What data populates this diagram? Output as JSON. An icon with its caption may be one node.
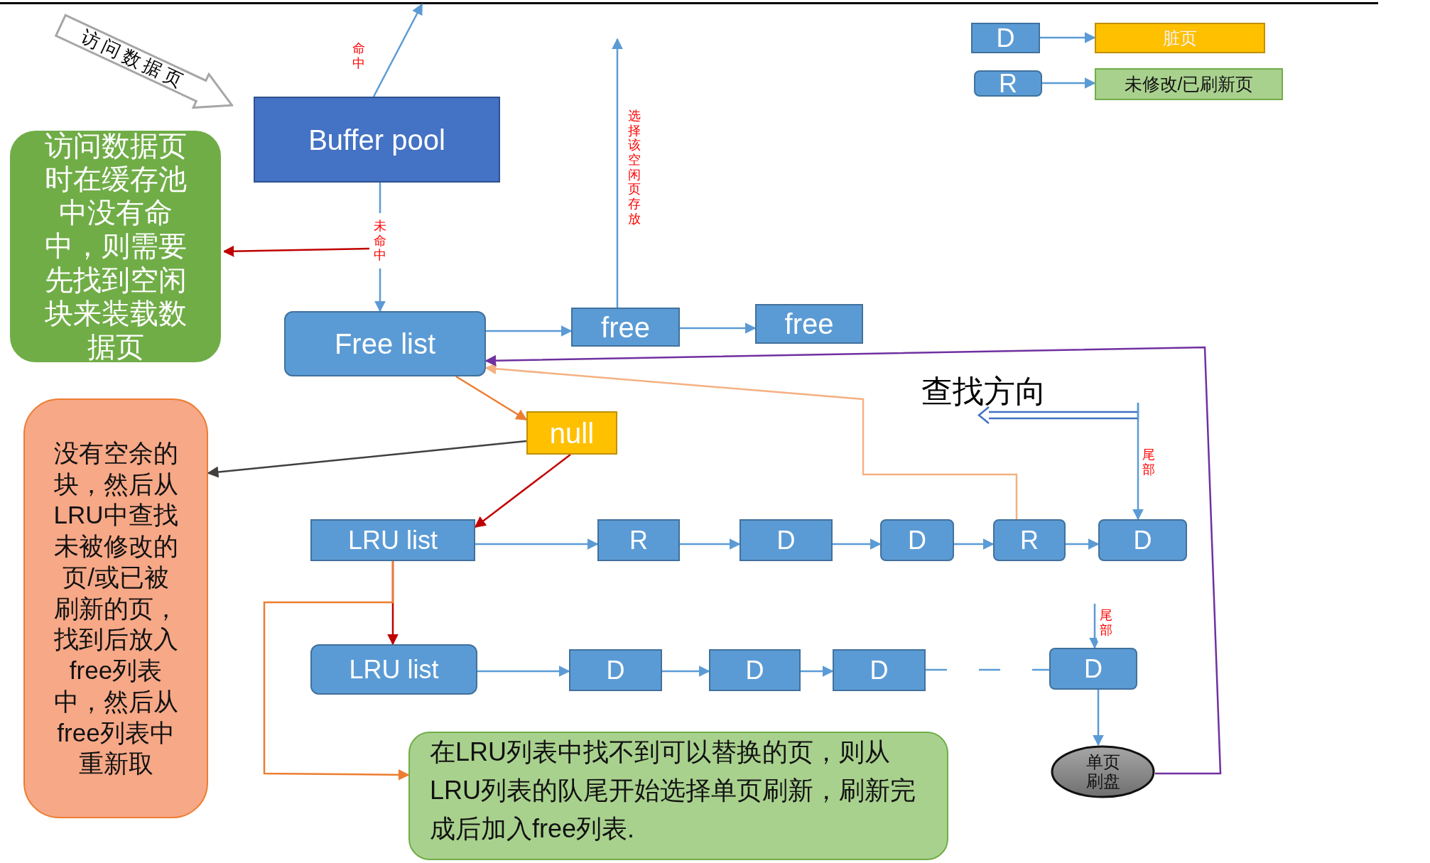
{
  "diagram": {
    "nodes": [
      {
        "text": [
          "访问数据页"
        ]
      },
      {
        "text": [
          "Buffer pool"
        ]
      },
      {
        "text": [
          "访问数据页时在缓存池中没有命中，则需要先找到空闲块来装载数据页"
        ]
      },
      {
        "text": [
          "Free list"
        ]
      },
      {
        "text": [
          "free"
        ]
      },
      {
        "text": [
          "free"
        ]
      },
      {
        "text": [
          "null"
        ]
      },
      {
        "text": [
          "没有空余的块，然后从LRU中查找未被修改的页/或已被刷新的页，找到后放入free列表中，然后从free列表中重新取"
        ]
      },
      {
        "text": [
          "LRU list"
        ]
      },
      {
        "text": [
          "R"
        ]
      },
      {
        "text": [
          "D"
        ]
      },
      {
        "text": [
          "D"
        ]
      },
      {
        "text": [
          "R"
        ]
      },
      {
        "text": [
          "D"
        ]
      },
      {
        "text": [
          "LRU list"
        ]
      },
      {
        "text": [
          "D"
        ]
      },
      {
        "text": [
          "D"
        ]
      },
      {
        "text": [
          "D"
        ]
      },
      {
        "text": [
          "D"
        ]
      },
      {
        "text": [
          "单页刷盘"
        ]
      },
      {
        "text": [
          "在LRU列表中找不到可以替换的页，则从LRU列表的队尾开始选择单页刷新，刷新完成后加入free列表."
        ]
      },
      {
        "text": [
          "D"
        ]
      },
      {
        "text": [
          "脏页"
        ]
      },
      {
        "text": [
          "R"
        ]
      },
      {
        "text": [
          "未修改/已刷新页"
        ]
      }
    ],
    "edges": [
      {
        "from": 1,
        "to": null,
        "arrow": "to",
        "label": "命中"
      },
      {
        "from": 1,
        "to": 3,
        "arrow": "to",
        "label": "未命中"
      },
      {
        "from": null,
        "to": 2,
        "arrow": "to",
        "color": "#c00000"
      },
      {
        "from": 3,
        "to": 4,
        "arrow": "to"
      },
      {
        "from": 4,
        "to": 5,
        "arrow": "to"
      },
      {
        "from": 4,
        "to": null,
        "arrow": "to",
        "label": "选择该空闲页存放"
      },
      {
        "from": 3,
        "to": 6,
        "arrow": "to",
        "color": "#ed7d31"
      },
      {
        "from": 6,
        "to": 7,
        "arrow": "to",
        "color": "#404040"
      },
      {
        "from": 6,
        "to": 8,
        "arrow": "to",
        "color": "#c00000"
      },
      {
        "from": 8,
        "to": 9,
        "arrow": "to"
      },
      {
        "from": 9,
        "to": 10,
        "arrow": "to"
      },
      {
        "from": 10,
        "to": 11,
        "arrow": "to"
      },
      {
        "from": 11,
        "to": 12,
        "arrow": "to"
      },
      {
        "from": 12,
        "to": 13,
        "arrow": "to"
      },
      {
        "from": 12,
        "to": 3,
        "arrow": "to",
        "color": "#f4b183"
      },
      {
        "from": null,
        "to": 13,
        "arrow": "to",
        "label": "尾部"
      },
      {
        "from": 8,
        "to": 14,
        "arrow": "to",
        "color": "#c00000"
      },
      {
        "from": 8,
        "to": 20,
        "arrow": "to",
        "color": "#ed7d31"
      },
      {
        "from": 14,
        "to": 15,
        "arrow": "to"
      },
      {
        "from": 15,
        "to": 16,
        "arrow": "to"
      },
      {
        "from": 16,
        "to": 17,
        "arrow": "to"
      },
      {
        "from": 17,
        "to": 18,
        "arrow": "none",
        "style": "dashed"
      },
      {
        "from": null,
        "to": 18,
        "arrow": "to",
        "label": "尾部"
      },
      {
        "from": 18,
        "to": 19,
        "arrow": "to"
      },
      {
        "from": 19,
        "to": 3,
        "arrow": "to",
        "color": "#7030a0"
      },
      {
        "from": 21,
        "to": 22,
        "arrow": "to"
      },
      {
        "from": 23,
        "to": 24,
        "arrow": "to"
      }
    ],
    "labels": [
      "查找方向"
    ]
  }
}
